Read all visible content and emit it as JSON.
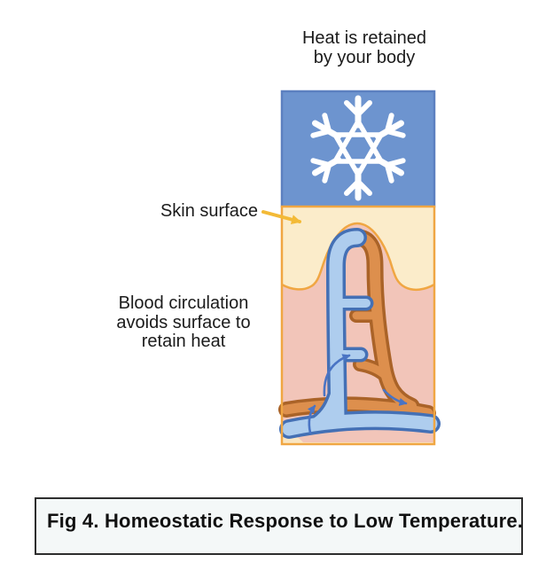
{
  "figure": {
    "top_label": "Heat is retained\nby your body",
    "skin_surface_label": "Skin surface",
    "circulation_label": "Blood circulation\navoids surface to\nretain heat",
    "caption": "Fig 4. Homeostatic Response to Low Temperature."
  },
  "diagram": {
    "icons": {
      "snowflake": "❄"
    },
    "colors": {
      "cold_box_fill": "#6d94cf",
      "cold_box_border": "#5c80c0",
      "snowflake": "#ffffff",
      "epidermis_cream": "#fbecca",
      "dermis_pink": "#f2c5b9",
      "skin_outline_orange": "#f0a642",
      "vein_fill": "#aecdee",
      "vein_outline": "#4470b5",
      "artery_fill": "#dd8f4d",
      "artery_outline": "#aa6328",
      "flow_arrow_blue": "#4a74c4",
      "pointer_arrow_yellow": "#f3ba37",
      "caption_bg": "#f4f8f8",
      "caption_border": "#2e2e2e",
      "text": "#1b1b1b"
    }
  }
}
